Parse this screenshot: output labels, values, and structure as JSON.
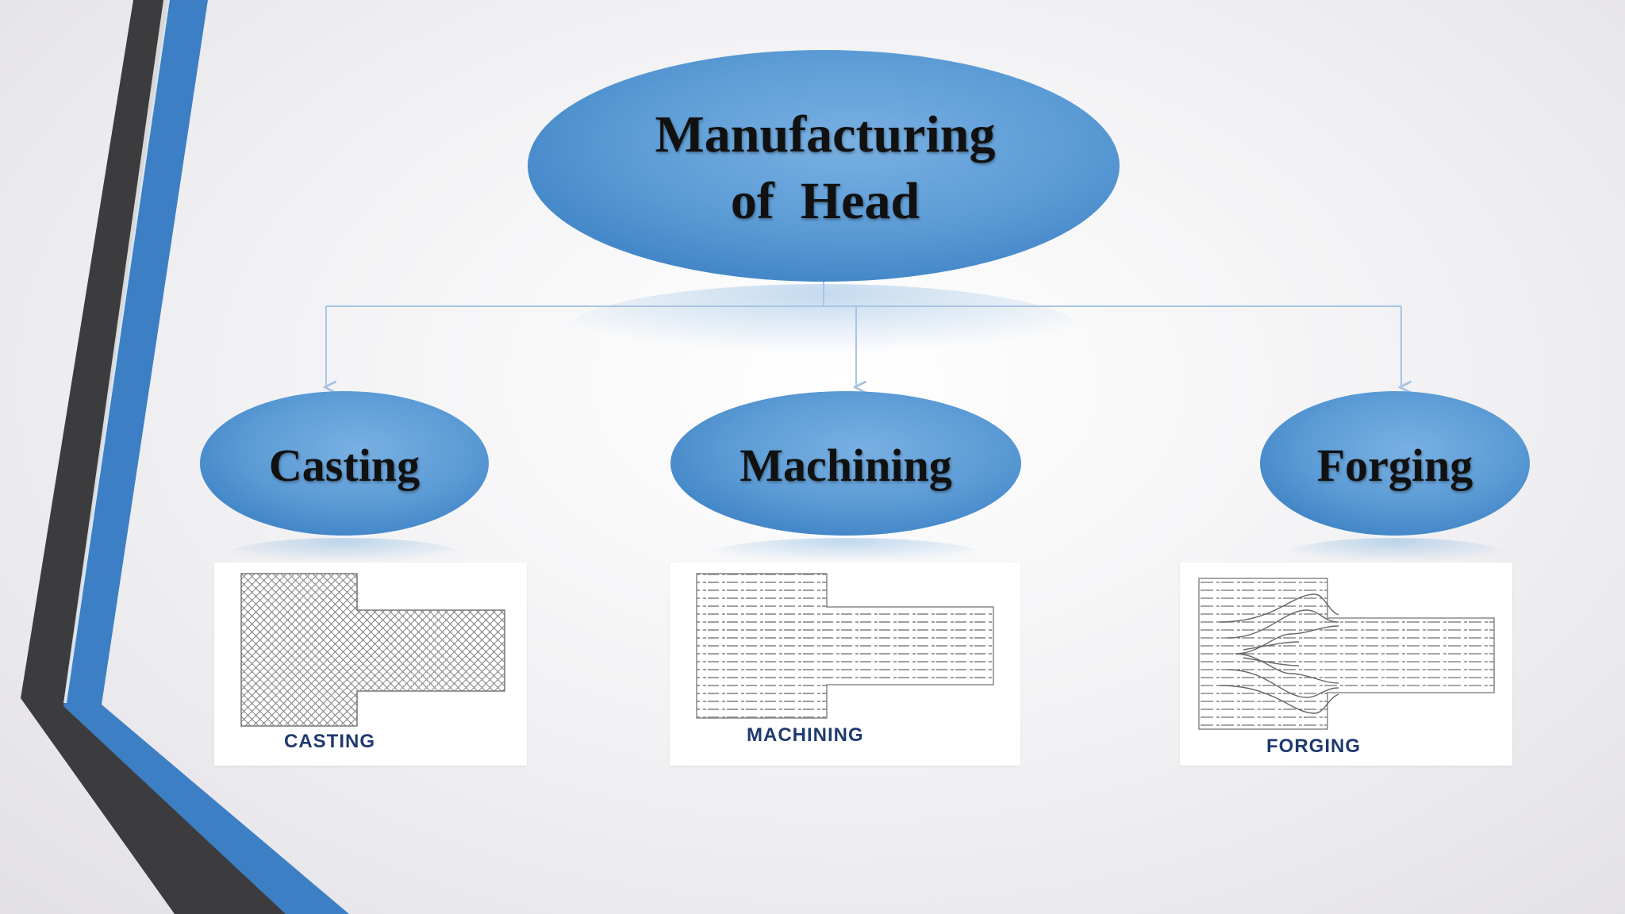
{
  "diagram": {
    "root": {
      "line1": "Manufacturing",
      "line2": "of  Head"
    },
    "children": [
      {
        "label": "Casting",
        "caption": "CASTING"
      },
      {
        "label": "Machining",
        "caption": "MACHINING"
      },
      {
        "label": "Forging",
        "caption": "FORGING"
      }
    ]
  },
  "colors": {
    "node_fill": "#5b9bd5",
    "accent_blue": "#3d7fc4",
    "dark_stripe": "#3c3c3e",
    "connector": "#a9c4e4",
    "caption_text": "#1f3a6e"
  }
}
